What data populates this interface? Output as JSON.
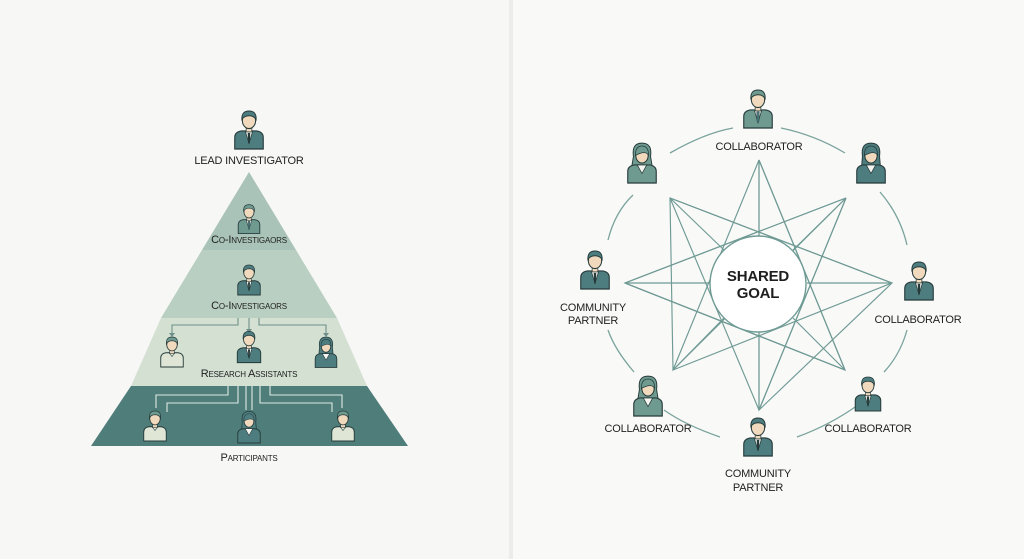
{
  "colors": {
    "band1": "#a9c3b8",
    "band2": "#b9cfc2",
    "band3": "#d3e0d2",
    "band4": "#4e7d7a",
    "line": "#6f9a94",
    "figure_dark": "#4e7d80",
    "figure_mid": "#6f9a8f",
    "skin": "#f0d9bd"
  },
  "hierarchy": {
    "lead": {
      "label": "LEAD INVESTIGATOR",
      "icon": "person-icon"
    },
    "levels": [
      {
        "label": "Co-Investigaors",
        "figures": 1
      },
      {
        "label": "Co-Investigaors",
        "figures": 1
      },
      {
        "label": "Research Assistants",
        "figures": 3
      },
      {
        "label": "Participants",
        "figures": 3
      }
    ]
  },
  "network": {
    "center_label_line1": "SHARED",
    "center_label_line2": "GOAL",
    "nodes": [
      {
        "id": "top",
        "label": "COLLABORATOR"
      },
      {
        "id": "top-left",
        "label": ""
      },
      {
        "id": "top-right",
        "label": ""
      },
      {
        "id": "left",
        "label_line1": "COMMUNITY",
        "label_line2": "PARTNER"
      },
      {
        "id": "right",
        "label": "COLLABORATOR"
      },
      {
        "id": "bottom-left",
        "label": "COLLABORATOR"
      },
      {
        "id": "bottom-right",
        "label": "COLLABORATOR"
      },
      {
        "id": "bottom",
        "label_line1": "COMMUNITY",
        "label_line2": "PARTNER"
      }
    ]
  }
}
